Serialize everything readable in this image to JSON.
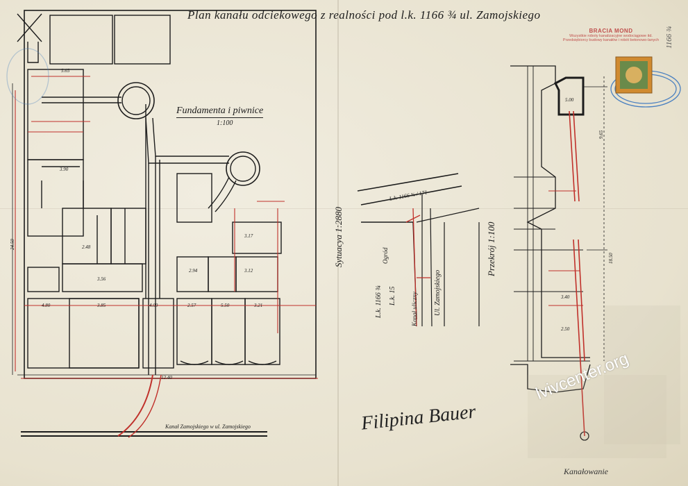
{
  "document": {
    "title": "Plan kanału odciekowego z realności pod l.k. 1166 ¾ ul. Zamojskiego",
    "foundation_label": "Fundamenta i piwnice",
    "foundation_scale": "1:100",
    "situation_label": "Sytuacya 1:2880",
    "section_label": "Przekrój 1:100",
    "street_canal_label": "Kanał Zamojskiego w ul. Zamojskiego",
    "lot_label": "L.k. 1166 ¾",
    "lot_sub": "L.k. 15",
    "street_label": "Ul. Zamojskiego",
    "canal_street_label": "Kanał uliczny",
    "garden_label": "Ogród",
    "situation_top_lot": "L.k.  1166 ¾ / 171"
  },
  "stamp": {
    "title": "BRACIA MOND",
    "line2": "Wszystkie roboty kanalizacyjne wodociągowe itd.",
    "line3": "Przedsiębiorcy budowy kanałów i robót betonowo-lanych"
  },
  "signature": "Filipina Bauer",
  "signature_small": "Kanałowanie",
  "watermark": "lvivcenter.org",
  "margin_note": "1166 ¾",
  "dimensions": {
    "d1": "5.65",
    "d2": "3.90",
    "d3": "2.48",
    "d4": "3.56",
    "d5": "4.80",
    "d6": "3.85",
    "d7": "4.00",
    "d8": "2.57",
    "d9": "5.50",
    "d10": "3.21",
    "d11": "12.40",
    "d12": "2.94",
    "d13": "3.12",
    "d14": "3.17",
    "d15": "24.50",
    "d16": "5.00",
    "d17": "18.50",
    "d18": "3.40",
    "d19": "2.50",
    "d20": "9.65"
  },
  "colors": {
    "ink": "#1c1c1c",
    "red_ink": "#c0302a",
    "stamp_blue": "#4a80c0",
    "stamp_red": "#c0504d",
    "paper": "#ece7d6",
    "fee_stamp_green": "#6a8a4a",
    "fee_stamp_orange": "#d08a30"
  }
}
